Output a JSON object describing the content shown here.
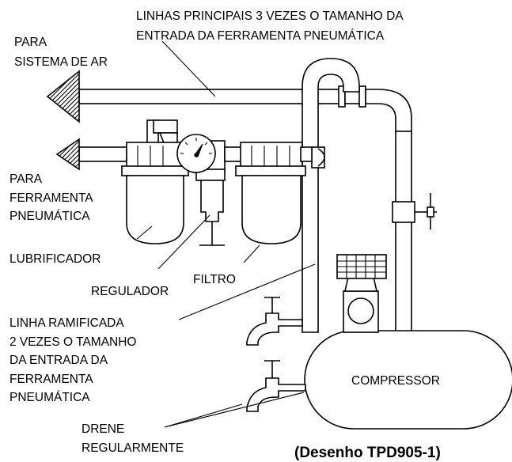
{
  "labels": {
    "main_lines_1": "LINHAS PRINCIPAIS 3 VEZES O TAMANHO DA",
    "main_lines_2": "ENTRADA DA FERRAMENTA PNEUMÁTICA",
    "to_air_system_1": "PARA",
    "to_air_system_2": "SISTEMA DE AR",
    "to_tool_1": "PARA",
    "to_tool_2": "FERRAMENTA",
    "to_tool_3": "PNEUMÁTICA",
    "lubricator": "LUBRIFICADOR",
    "regulator": "REGULADOR",
    "filter": "FILTRO",
    "branch_line_1": "LINHA RAMIFICADA",
    "branch_line_2": "2 VEZES O TAMANHO",
    "branch_line_3": "DA ENTRADA DA",
    "branch_line_4": "FERRAMENTA",
    "branch_line_5": "PNEUMÁTICA",
    "compressor": "COMPRESSOR",
    "drain_1": "DRENE",
    "drain_2": "REGULARMENTE",
    "caption": "(Desenho TPD905-1)"
  }
}
